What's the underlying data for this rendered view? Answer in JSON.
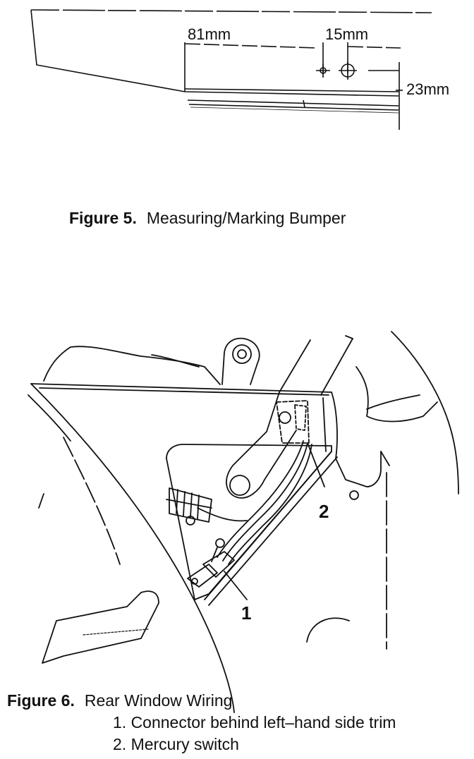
{
  "figure5": {
    "dimensions": {
      "left_offset": "81mm",
      "hole_spacing": "15mm",
      "height_from_edge": "23mm"
    },
    "caption_label": "Figure 5.",
    "caption_text": "Measuring/Marking Bumper"
  },
  "figure6": {
    "callouts": [
      "1",
      "2"
    ],
    "caption_label": "Figure 6.",
    "caption_text": "Rear Window Wiring",
    "legend": [
      "1. Connector behind left–hand side trim",
      "2.  Mercury switch"
    ]
  }
}
